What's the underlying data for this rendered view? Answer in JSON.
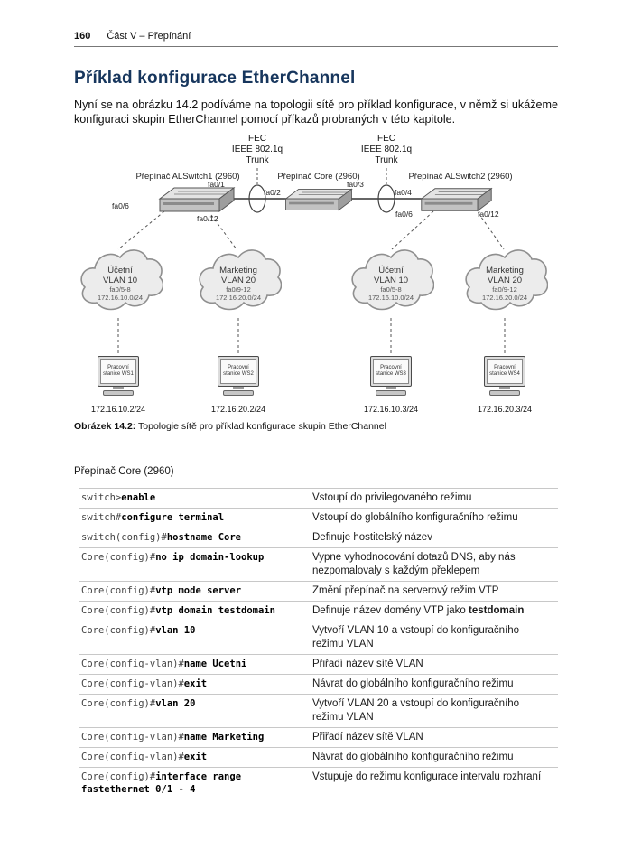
{
  "header": {
    "page_number": "160",
    "chapter": "Část V – Přepínání"
  },
  "article": {
    "title": "Příklad konfigurace EtherChannel",
    "intro": "Nyní se na obrázku 14.2 podíváme na topologii sítě pro příklad konfigurace, v němž si ukážeme konfiguraci skupin EtherChannel pomocí příkazů probraných v této kapitole."
  },
  "figure": {
    "fec_left": {
      "l1": "FEC",
      "l2": "IEEE 802.1q",
      "l3": "Trunk"
    },
    "fec_right": {
      "l1": "FEC",
      "l2": "IEEE 802.1q",
      "l3": "Trunk"
    },
    "switches": {
      "alswitch1": "Přepínač ALSwitch1 (2960)",
      "core": "Přepínač Core (2960)",
      "alswitch2": "Přepínač ALSwitch2 (2960)"
    },
    "ports": {
      "fa0_1": "fa0/1",
      "fa0_2": "fa0/2",
      "fa0_3": "fa0/3",
      "fa0_4": "fa0/4",
      "left_fa0_6": "fa0/6",
      "left_fa0_12": "fa0/12",
      "right_fa0_6": "fa0/6",
      "right_fa0_12": "fa0/12"
    },
    "clouds": [
      {
        "name": "Účetní",
        "vlan": "VLAN 10",
        "ports": "fa0/5-8",
        "subnet": "172.16.10.0/24"
      },
      {
        "name": "Marketing",
        "vlan": "VLAN 20",
        "ports": "fa0/9-12",
        "subnet": "172.16.20.0/24"
      },
      {
        "name": "Účetní",
        "vlan": "VLAN 10",
        "ports": "fa0/5-8",
        "subnet": "172.16.10.0/24"
      },
      {
        "name": "Marketing",
        "vlan": "VLAN 20",
        "ports": "fa0/9-12",
        "subnet": "172.16.20.0/24"
      }
    ],
    "workstations": [
      {
        "label1": "Pracovní",
        "label2": "stanice WS1",
        "ip": "172.16.10.2/24"
      },
      {
        "label1": "Pracovní",
        "label2": "stanice WS2",
        "ip": "172.16.20.2/24"
      },
      {
        "label1": "Pracovní",
        "label2": "stanice WS3",
        "ip": "172.16.10.3/24"
      },
      {
        "label1": "Pracovní",
        "label2": "stanice WS4",
        "ip": "172.16.20.3/24"
      }
    ],
    "caption_label": "Obrázek 14.2:",
    "caption_text": " Topologie sítě pro příklad konfigurace skupin EtherChannel"
  },
  "config": {
    "heading": "Přepínač Core (2960)",
    "rows": [
      {
        "prompt": "switch>",
        "command": "enable",
        "desc": "Vstoupí do privilegovaného režimu"
      },
      {
        "prompt": "switch#",
        "command": "configure terminal",
        "desc": "Vstoupí do globálního konfiguračního režimu"
      },
      {
        "prompt": "switch(config)#",
        "command": "hostname Core",
        "desc": "Definuje hostitelský název"
      },
      {
        "prompt": "Core(config)#",
        "command": "no ip domain-lookup",
        "desc": "Vypne vyhodnocování dotazů DNS, aby nás nezpomalovaly s každým překlepem"
      },
      {
        "prompt": "Core(config)#",
        "command": "vtp mode server",
        "desc": "Změní přepínač na serverový režim VTP"
      },
      {
        "prompt": "Core(config)#",
        "command": "vtp domain testdomain",
        "desc": "Definuje název domény VTP jako ",
        "desc_bold": "testdomain"
      },
      {
        "prompt": "Core(config)#",
        "command": "vlan 10",
        "desc": "Vytvoří VLAN 10 a vstoupí do konfiguračního režimu VLAN"
      },
      {
        "prompt": "Core(config-vlan)#",
        "command": "name Ucetni",
        "desc": "Přiřadí název sítě VLAN"
      },
      {
        "prompt": "Core(config-vlan)#",
        "command": "exit",
        "desc": "Návrat do globálního konfiguračního režimu"
      },
      {
        "prompt": "Core(config)#",
        "command": "vlan 20",
        "desc": "Vytvoří VLAN 20 a vstoupí do konfiguračního režimu VLAN"
      },
      {
        "prompt": "Core(config-vlan)#",
        "command": "name Marketing",
        "desc": "Přiřadí název sítě VLAN"
      },
      {
        "prompt": "Core(config-vlan)#",
        "command": "exit",
        "desc": "Návrat do globálního konfiguračního režimu"
      },
      {
        "prompt": "Core(config)#",
        "command": "interface range fastethernet 0/1 - 4",
        "desc": "Vstupuje do režimu konfigurace intervalu rozhraní"
      }
    ]
  }
}
